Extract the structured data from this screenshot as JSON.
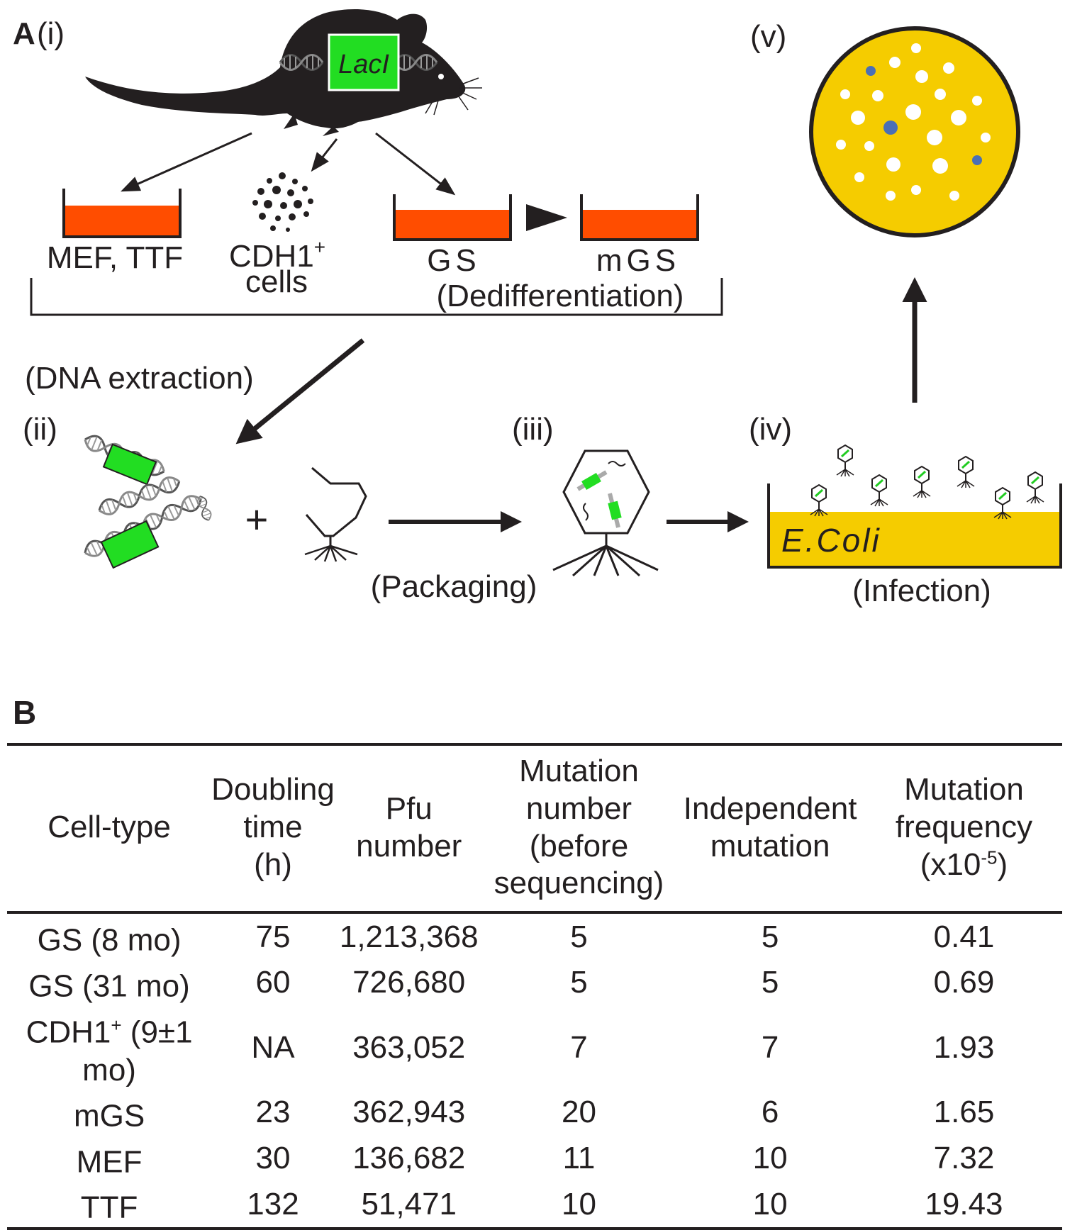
{
  "panel_a": {
    "label": "A",
    "step_i": "(i)",
    "step_ii": "(ii)",
    "step_iii": "(iii)",
    "step_iv": "(iv)",
    "step_v": "(v)",
    "transgene": "LacI",
    "culture_mef_ttf": "MEF, TTF",
    "cdh1_cells": "CDH1",
    "cdh1_sup": "+",
    "cdh1_cells_line2": "cells",
    "culture_gs": "GS",
    "culture_mgs": "mGS",
    "dedifferentiation": "(Dedifferentiation)",
    "dna_extraction": "(DNA extraction)",
    "packaging": "(Packaging)",
    "infection": "(Infection)",
    "ecoli": "E.Coli",
    "plus": "+",
    "colors": {
      "medium": "#ff4d00",
      "transgene_box": "#22dd22",
      "agar": "#f5cc00",
      "mutant_plaque": "#4a6fb5"
    }
  },
  "panel_b": {
    "label": "B",
    "headers": [
      {
        "l1": "Cell-type",
        "l2": "",
        "l3": "",
        "l4": ""
      },
      {
        "l1": "Doubling",
        "l2": "time",
        "l3": "(h)",
        "l4": ""
      },
      {
        "l1": "Pfu",
        "l2": "number",
        "l3": "",
        "l4": ""
      },
      {
        "l1": "Mutation",
        "l2": "number",
        "l3": "(before",
        "l4": "sequencing)"
      },
      {
        "l1": "Independent",
        "l2": "mutation",
        "l3": "",
        "l4": ""
      },
      {
        "l1": "Mutation",
        "l2": "frequency",
        "l3": "(x10",
        "l3_sup": "-5",
        "l3_end": ")"
      }
    ],
    "rows": [
      {
        "cell": "GS (8 mo)",
        "sup": "",
        "cell_end": "",
        "doubling": "75",
        "pfu": "1,213,368",
        "mut_num": "5",
        "indep": "5",
        "freq": "0.41"
      },
      {
        "cell": "GS (31 mo)",
        "sup": "",
        "cell_end": "",
        "doubling": "60",
        "pfu": "726,680",
        "mut_num": "5",
        "indep": "5",
        "freq": "0.69"
      },
      {
        "cell": "CDH1",
        "sup": "+",
        "cell_end": " (9±1 mo)",
        "doubling": "NA",
        "pfu": "363,052",
        "mut_num": "7",
        "indep": "7",
        "freq": "1.93"
      },
      {
        "cell": "mGS",
        "sup": "",
        "cell_end": "",
        "doubling": "23",
        "pfu": "362,943",
        "mut_num": "20",
        "indep": "6",
        "freq": "1.65"
      },
      {
        "cell": "MEF",
        "sup": "",
        "cell_end": "",
        "doubling": "30",
        "pfu": "136,682",
        "mut_num": "11",
        "indep": "10",
        "freq": "7.32"
      },
      {
        "cell": "TTF",
        "sup": "",
        "cell_end": "",
        "doubling": "132",
        "pfu": "51,471",
        "mut_num": "10",
        "indep": "10",
        "freq": "19.43"
      }
    ]
  }
}
